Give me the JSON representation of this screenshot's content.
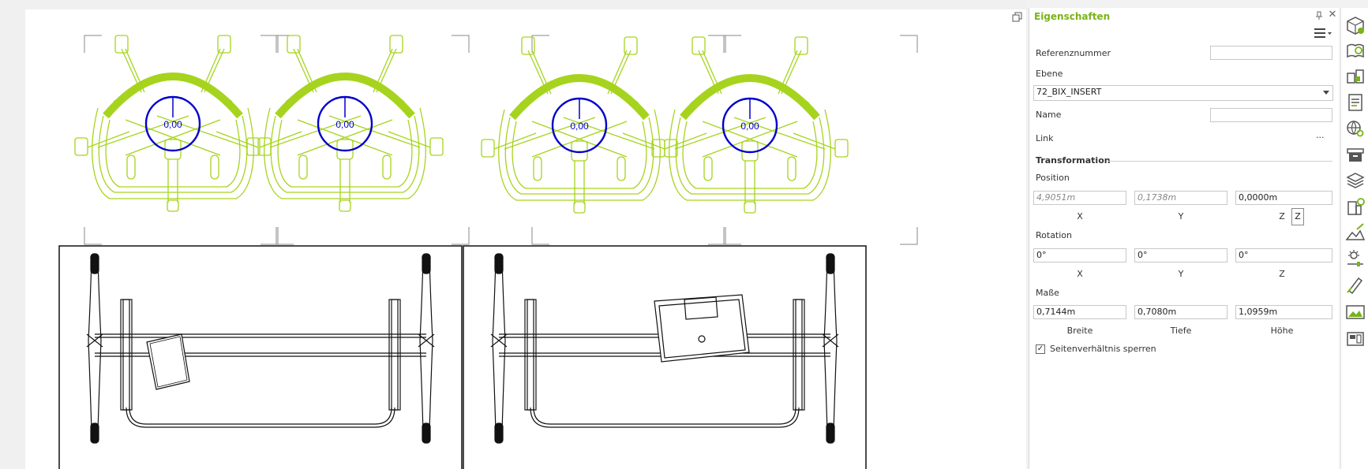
{
  "viewport": {
    "chair_labels": [
      "0,00",
      "0,00",
      "0,00",
      "0,00"
    ],
    "restore_icon": "restore-window-icon",
    "colors": {
      "chair": "#a6d41e",
      "marker": "#0000cc",
      "line": "#111111",
      "bracket": "#888888"
    }
  },
  "panel": {
    "title": "Eigenschaften",
    "pin_icon": "pin-icon",
    "close_label": "✕",
    "referenznummer_label": "Referenznummer",
    "referenznummer_value": "",
    "ebene_label": "Ebene",
    "ebene_value": "72_BIX_INSERT",
    "name_label": "Name",
    "name_value": "",
    "link_label": "Link",
    "link_more": "···",
    "transformation_label": "Transformation",
    "position": {
      "label": "Position",
      "x": "4,9051m",
      "y": "0,1738m",
      "z": "0,0000m",
      "axis_x": "X",
      "axis_y": "Y",
      "axis_z": "Z",
      "tooltip": "Z"
    },
    "rotation": {
      "label": "Rotation",
      "x": "0°",
      "y": "0°",
      "z": "0°",
      "axis_x": "X",
      "axis_y": "Y",
      "axis_z": "Z"
    },
    "masse": {
      "label": "Maße",
      "breite": "0,7144m",
      "tiefe": "0,7080m",
      "hoehe": "1,0959m",
      "breite_label": "Breite",
      "tiefe_label": "Tiefe",
      "hoehe_label": "Höhe"
    },
    "lock_label": "Seitenverhältnis sperren",
    "lock_checked": "✓",
    "accent": "#7ab317"
  },
  "toolbar": {
    "icons": [
      "cube-scan-icon",
      "catalog-search-icon",
      "objects-icon",
      "report-list-icon",
      "globe-search-icon",
      "archive-box-icon",
      "layers-icon",
      "building-settings-icon",
      "terrain-edit-icon",
      "sun-slider-icon",
      "pen-tool-icon",
      "landscape-image-icon",
      "layout-icon"
    ]
  }
}
